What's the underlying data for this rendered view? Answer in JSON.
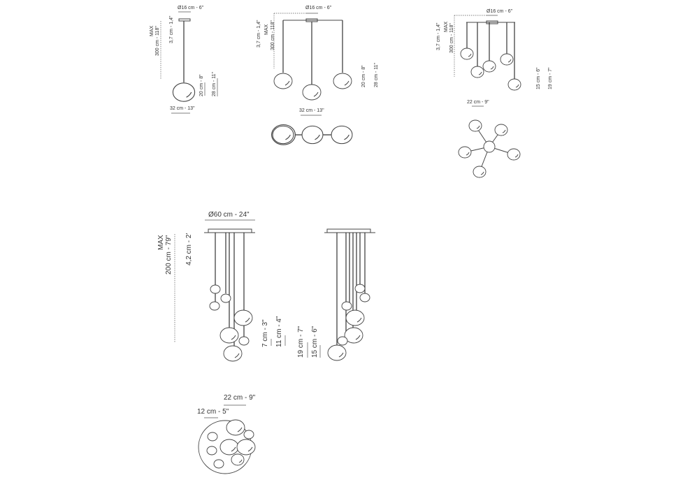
{
  "fig1": {
    "diameter": "Ø16 cm - 6\"",
    "max": "MAX",
    "max_len": "300 cm - 118\"",
    "canopy_h": "3,7 cm - 1,4\"",
    "globe_h1": "20 cm - 8\"",
    "globe_h2": "28 cm - 11\"",
    "globe_w": "32 cm - 13\""
  },
  "fig2": {
    "diameter": "Ø16 cm - 6\"",
    "max": "MAX",
    "max_len": "300 cm - 118\"",
    "canopy_h": "3,7 cm - 1,4\"",
    "globe_h1": "20 cm - 8\"",
    "globe_h2": "28 cm - 11\"",
    "globe_w": "32 cm - 13\""
  },
  "fig3": {
    "diameter": "Ø16 cm - 6\"",
    "max": "MAX",
    "max_len": "300 cm - 118\"",
    "canopy_h": "3,7 cm - 1,4\"",
    "globe_h1": "15 cm - 6\"",
    "globe_h2": "19 cm - 7\"",
    "globe_w": "22 cm - 9\""
  },
  "fig4": {
    "diameter": "Ø60 cm - 24\"",
    "max": "MAX",
    "max_len": "200 cm - 79\"",
    "canopy_h": "4,2 cm - 2'",
    "small_h1": "7 cm - 3\"",
    "small_h2": "11 cm - 4\"",
    "large_h1": "19 cm - 7\"",
    "large_h2": "15 cm - 6\"",
    "large_w": "22 cm - 9\"",
    "small_w": "12 cm - 5\""
  }
}
